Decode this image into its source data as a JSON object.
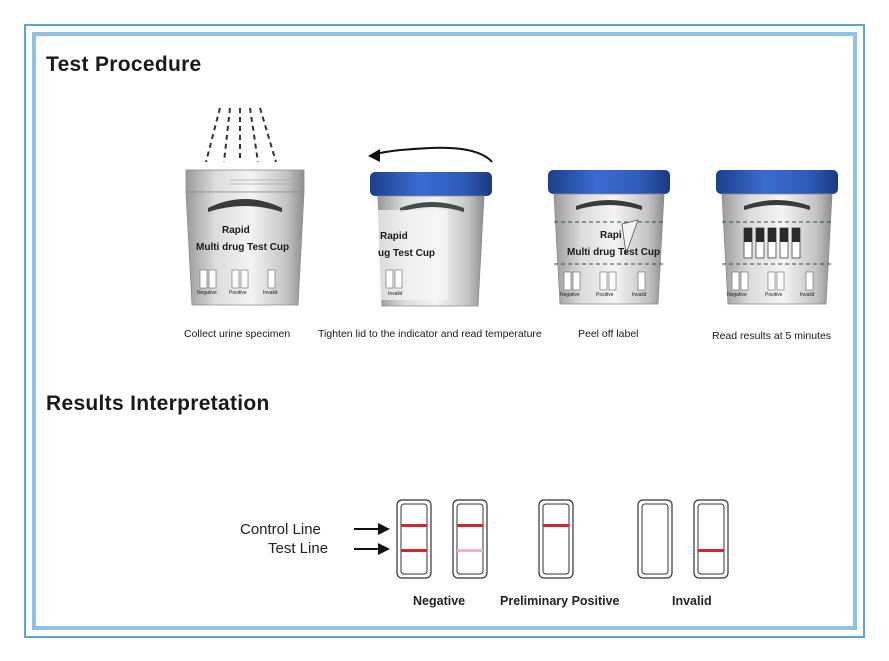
{
  "procedure": {
    "title": "Test Procedure",
    "steps": [
      {
        "caption": "Collect urine specimen"
      },
      {
        "caption": "Tighten lid to the indicator and read temperature"
      },
      {
        "caption": "Peel off label"
      },
      {
        "caption": "Read results at 5 minutes"
      }
    ],
    "cup_label": {
      "line1": "Rapid",
      "line2": "Multi drug Test Cup",
      "line2_short": "ug Test Cup",
      "line1_partial": "Rapi"
    },
    "mini_results": [
      "Negative",
      "Positive",
      "Invalid"
    ]
  },
  "results": {
    "title": "Results Interpretation",
    "control_line_label": "Control Line",
    "test_line_label": "Test Line",
    "groups": [
      {
        "label": "Negative"
      },
      {
        "label": "Preliminary Positive"
      },
      {
        "label": "Invalid"
      }
    ]
  },
  "colors": {
    "frame_outer": "#5aa6d6",
    "frame_inner": "#8cc3e6",
    "lid_blue": "#2c59b8",
    "result_line_red": "#d22630",
    "result_line_faint": "#e6b6c4"
  }
}
